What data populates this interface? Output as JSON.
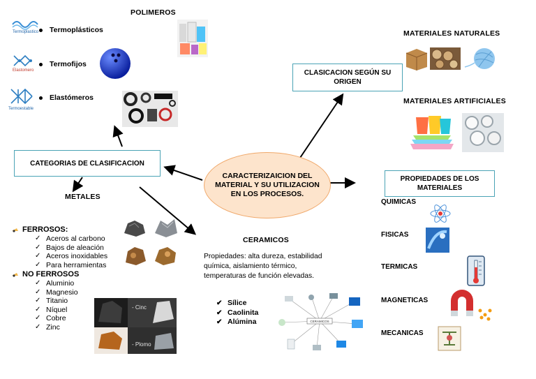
{
  "center": "CARACTERIZAICION DEL MATERIAL Y SU UTILIZACION EN LOS PROCESOS.",
  "polimeros": {
    "title": "POLIMEROS",
    "items": [
      "Termoplásticos",
      "Termofijos",
      "Elastómeros"
    ],
    "icon_captions": [
      "Termoplastico",
      "Elastomero",
      "Termoestable"
    ]
  },
  "categorias": "CATEGORIAS DE CLASIFICACION",
  "metales": {
    "title": "METALES",
    "ferrosos_title": "FERROSOS:",
    "ferrosos": [
      "Aceros al carbono",
      "Bajos de aleación",
      "Aceros inoxidables",
      "Para herramientas"
    ],
    "no_ferrosos_title": "NO FERROSOS",
    "no_ferrosos": [
      "Aluminio",
      "Magnesio",
      "Titanio",
      "Níquel",
      "Cobre",
      "Zinc"
    ],
    "photo_labels": [
      "- Cinc",
      "- Plomo"
    ]
  },
  "ceramicos": {
    "title": "CERAMICOS",
    "description": "Propiedades: alta dureza, estabilidad química, aislamiento térmico, temperaturas de función elevadas.",
    "items": [
      "Sílice",
      "Caolinita",
      "Alúmina"
    ],
    "diagram_center": "CERAMICOS"
  },
  "clasificacion": "CLASICACION SEGÚN SU ORIGEN",
  "naturales": "MATERIALES NATURALES",
  "artificiales": "MATERIALES ARTIFICIALES",
  "propiedades": {
    "title": "PROPIEDADES DE LOS MATERIALES",
    "items": [
      "QUIMICAS",
      "FISICAS",
      "TERMICAS",
      "MAGNETICAS",
      "MECANICAS"
    ]
  },
  "colors": {
    "box_border": "#4aa3b5",
    "ellipse_fill": "#fde4cc",
    "ellipse_border": "#f0a86a"
  }
}
